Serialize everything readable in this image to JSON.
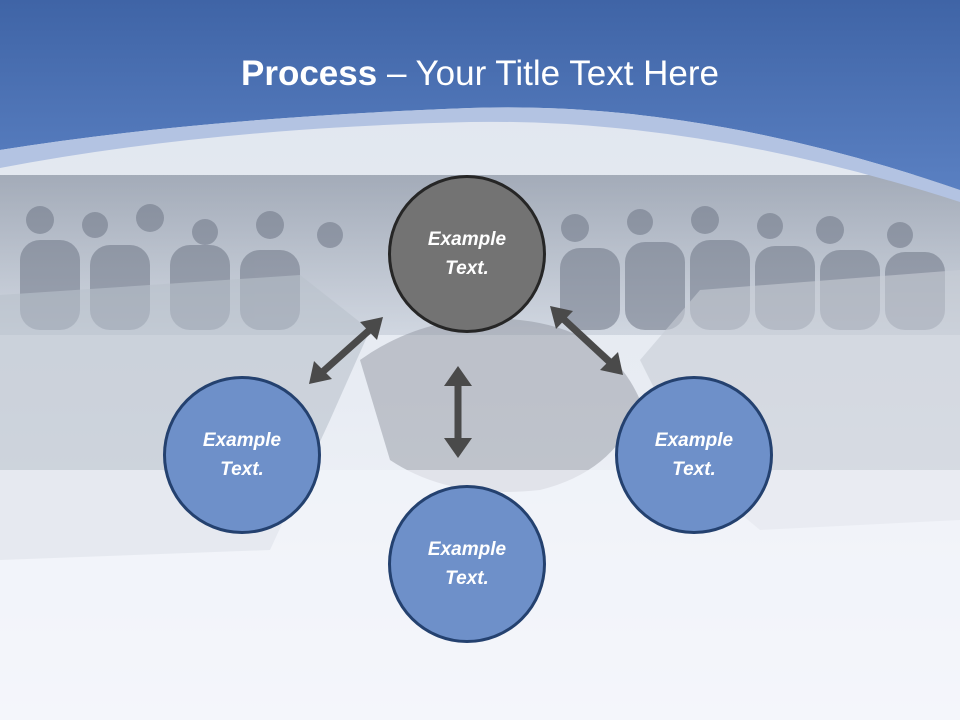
{
  "title": {
    "bold": "Process",
    "rest": " – Your Title Text Here"
  },
  "nodes": [
    {
      "text": "Example Text.",
      "style": "gray"
    },
    {
      "text": "Example Text.",
      "style": "blue"
    },
    {
      "text": "Example Text.",
      "style": "blue"
    },
    {
      "text": "Example Text.",
      "style": "blue"
    }
  ],
  "colors": {
    "header": "#4c72b4",
    "node_gray": "#737373",
    "node_blue": "#6e90c9",
    "arrow": "#4a4a4a"
  }
}
